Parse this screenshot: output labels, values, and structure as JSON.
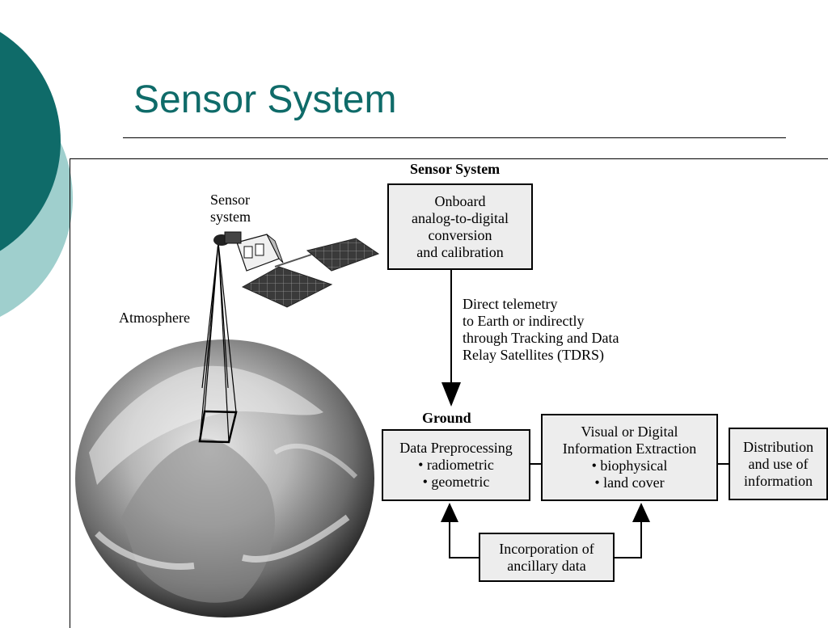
{
  "slide": {
    "title": "Sensor System"
  },
  "figure": {
    "labels": {
      "sensor_system_header": "Sensor System",
      "sensor_system_satellite_line1": "Sensor",
      "sensor_system_satellite_line2": "system",
      "atmosphere": "Atmosphere",
      "ground": "Ground"
    },
    "telemetry": [
      "Direct telemetry",
      "to Earth or indirectly",
      "through Tracking and Data",
      "Relay Satellites (TDRS)"
    ],
    "boxes": {
      "onboard": [
        "Onboard",
        "analog-to-digital",
        "conversion",
        "and calibration"
      ],
      "preprocessing": [
        "Data Preprocessing",
        "• radiometric",
        "• geometric"
      ],
      "extraction": [
        "Visual or Digital",
        "Information Extraction",
        "• biophysical",
        "• land cover"
      ],
      "distribution": [
        "Distribution",
        "and use of",
        "information"
      ],
      "ancillary": [
        "Incorporation of",
        "ancillary data"
      ]
    }
  },
  "colors": {
    "title": "#0f6b69",
    "circle_dark": "#0f6b69",
    "circle_light": "#9fcfcd",
    "box_fill": "#ededed"
  }
}
